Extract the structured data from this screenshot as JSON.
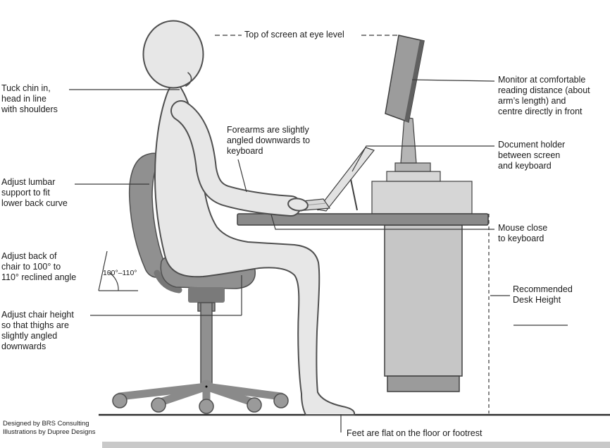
{
  "title": "Ergonomic workstation posture diagram",
  "labels": {
    "top_of_screen": "Top of screen at eye level",
    "tuck_chin": "Tuck chin in,\nhead in line\nwith shoulders",
    "lumbar": "Adjust lumbar\nsupport to fit\nlower back curve",
    "chair_back": "Adjust back of\nchair to 100° to\n110° reclined angle",
    "angle_range": "100°–110°",
    "chair_height": "Adjust chair height\nso that thighs are\nslightly angled\ndownwards",
    "forearms": "Forearms are slightly\nangled downwards to\nkeyboard",
    "monitor": "Monitor at comfortable\nreading distance (about\narm’s length) and\ncentre directly in front",
    "document_holder": "Document holder\nbetween screen\nand keyboard",
    "mouse": "Mouse close\nto keyboard",
    "desk_height": "Recommended\nDesk Height",
    "feet": "Feet are flat on the floor or footrest"
  },
  "credits": {
    "line1": "Designed by BRS Consulting",
    "line2": "Illustrations by Dupree Designs"
  },
  "colors": {
    "figure": "#e7e7e7",
    "outline": "#4f4f4f",
    "chair": "#909090",
    "chair_dark": "#7a7a7a",
    "desk_top": "#8a8a8a",
    "pedestal": "#c6c6c6",
    "riser": "#d6d6d6",
    "monitor": "#9c9c9c",
    "line": "#3a3a3a",
    "text": "#1b1b1b",
    "floor": "#2f2f2f",
    "bottom_bar": "#c9c9c9"
  }
}
